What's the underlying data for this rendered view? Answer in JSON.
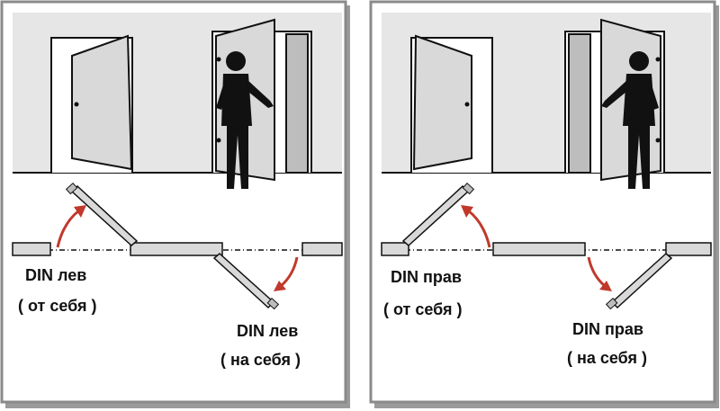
{
  "panels": [
    {
      "label_push": "DIN лев",
      "sub_push": "( от себя )",
      "label_pull": "DIN лев",
      "sub_pull": "( на себя )"
    },
    {
      "label_push": "DIN прав",
      "sub_push": "( от себя )",
      "label_pull": "DIN прав",
      "sub_pull": "( на себя )"
    }
  ],
  "colors": {
    "wall": "#e6e6e6",
    "door": "#d9d9d9",
    "frame": "#bdbdbd",
    "outline": "#111111",
    "arrow": "#c0392b",
    "figure": "#111111"
  }
}
